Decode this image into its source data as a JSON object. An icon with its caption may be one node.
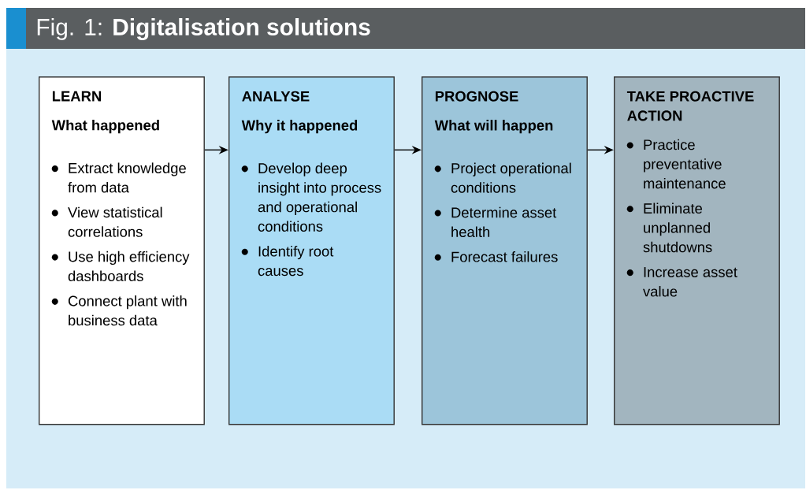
{
  "diagram": {
    "title": "Fig. 1: **Digitalisation solutions**",
    "nodes": [
      {
        "text": [
          "LEARN",
          "What happened",
          "Extract knowledge from data",
          "View statistical correlations",
          "Use high efficiency dashboards",
          "Connect plant with business data"
        ]
      },
      {
        "text": [
          "ANALYSE",
          "Why it happened",
          "Develop deep insight into process and operational conditions",
          "Identify root causes"
        ]
      },
      {
        "text": [
          "PROGNOSE",
          "What will happen",
          "Project operational conditions",
          "Determine asset health",
          "Forecast failures"
        ]
      },
      {
        "text": [
          "TAKE PROACTIVE ACTION",
          "Practice preventative maintenance",
          "Eliminate unplanned shutdowns",
          "Increase asset value"
        ]
      }
    ],
    "edges": [
      {
        "from": 0,
        "to": 1,
        "arrow": "to"
      },
      {
        "from": 1,
        "to": 2,
        "arrow": "to"
      },
      {
        "from": 2,
        "to": 3,
        "arrow": "to"
      }
    ]
  }
}
